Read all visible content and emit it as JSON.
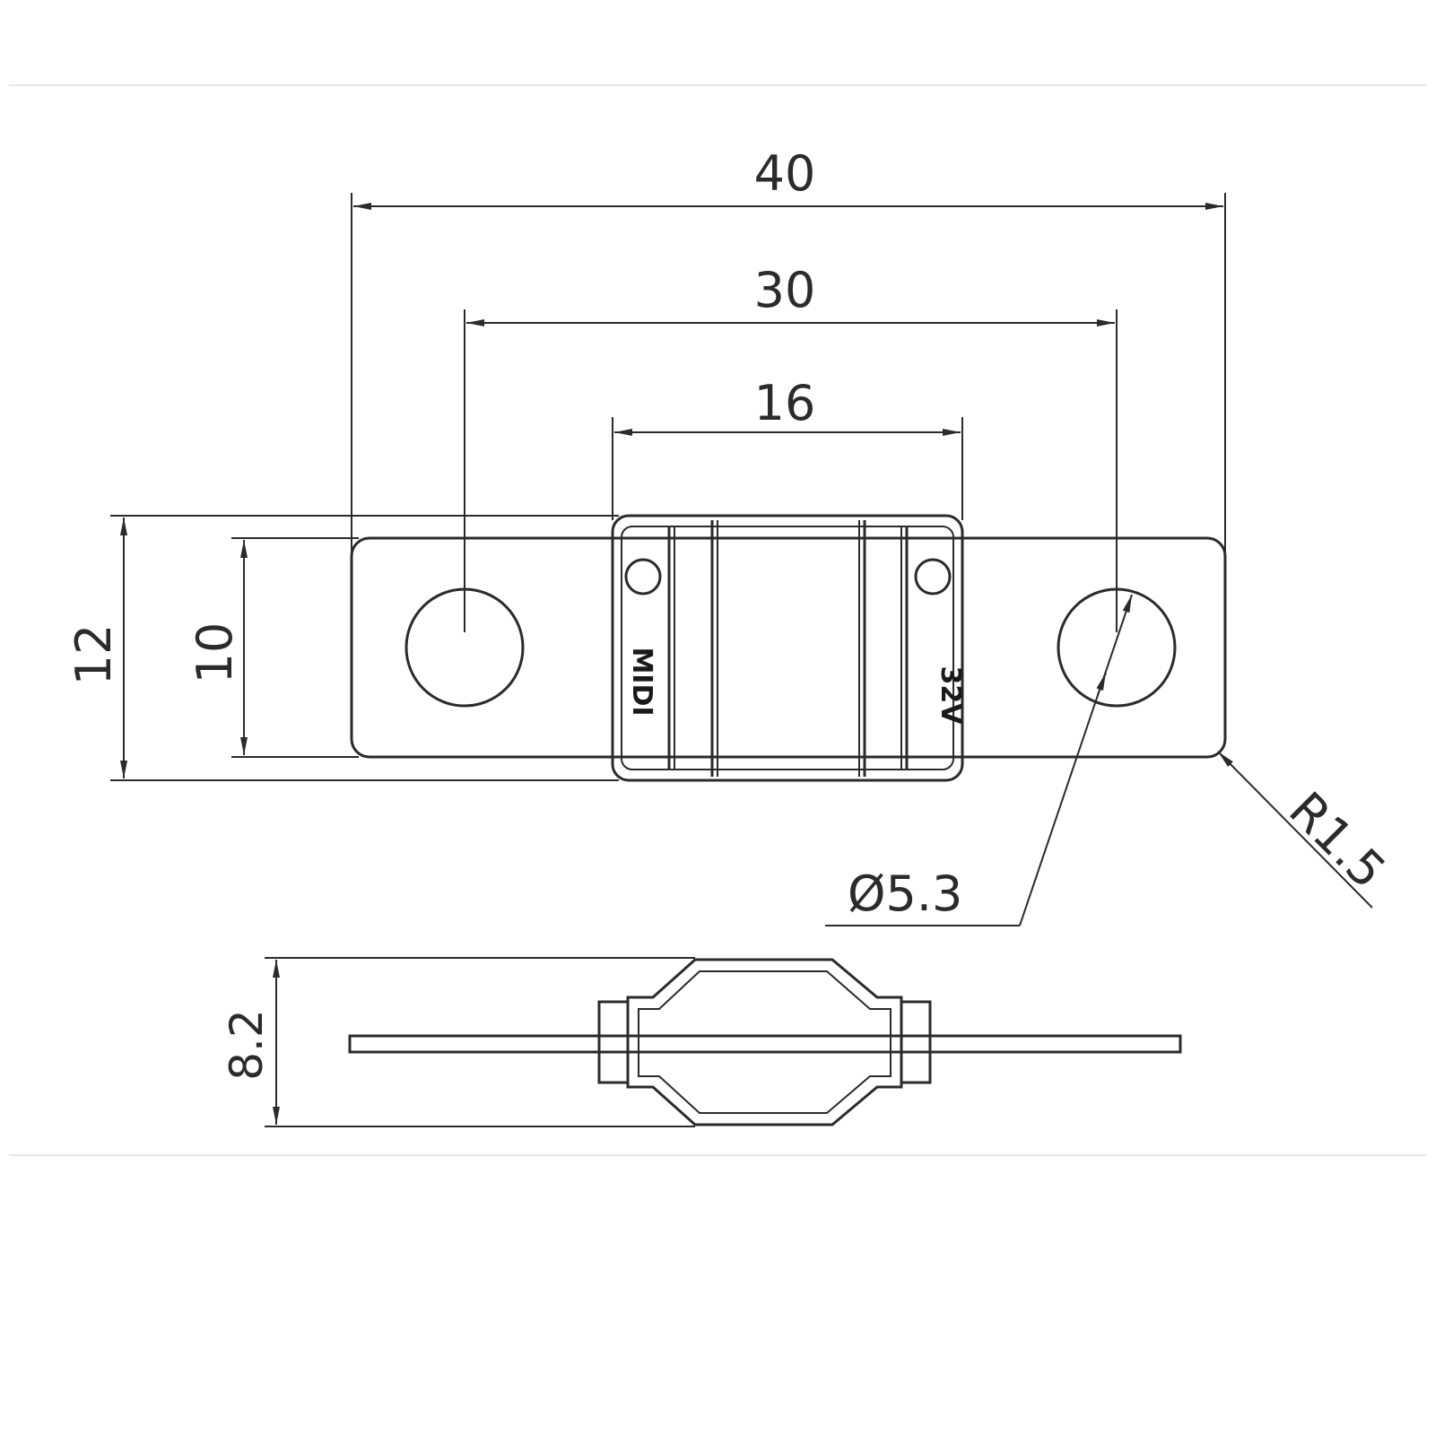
{
  "dimensions": {
    "overall_length": "40",
    "hole_spacing": "30",
    "body_width": "16",
    "overall_height": "12",
    "terminal_height": "10",
    "hole_diameter": "Ø5.3",
    "corner_radius": "R1.5",
    "thickness": "8.2"
  },
  "body_markings": {
    "left": "MIDI",
    "right": "32V"
  },
  "colors": {
    "line": "#2b2b2b",
    "background": "#ffffff"
  }
}
